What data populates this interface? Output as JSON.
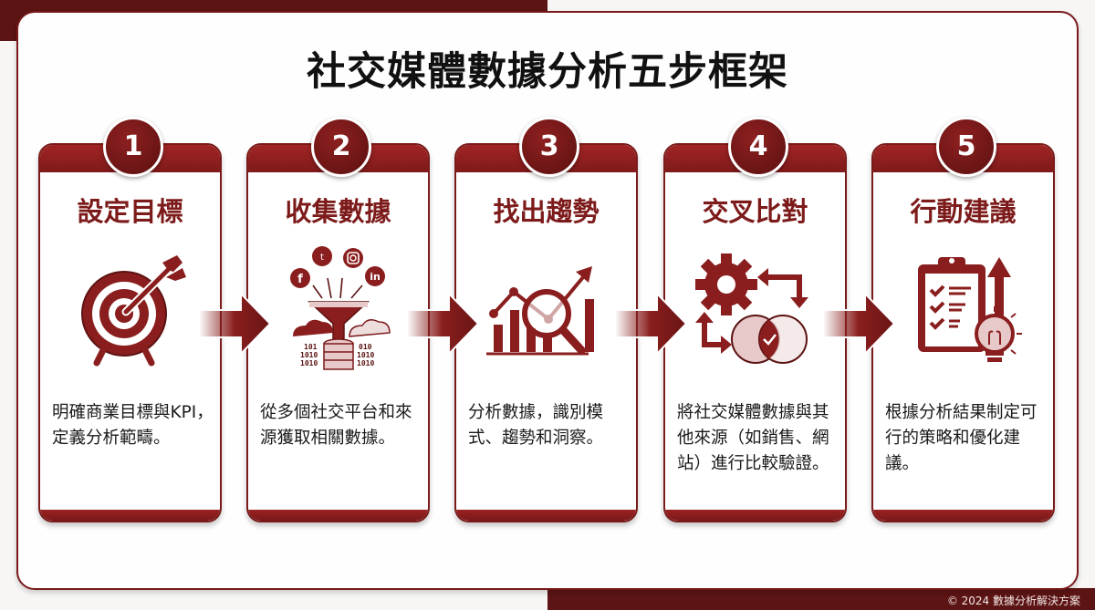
{
  "title": "社交媒體數據分析五步框架",
  "footer": "© 2024 數據分析解決方案",
  "colors": {
    "primary": "#7d1b1b",
    "dark": "#5c1414",
    "accent_light": "#e8c9c9",
    "background": "#fefefe"
  },
  "steps": [
    {
      "number": "1",
      "title": "設定目標",
      "icon": "target-with-arrow-icon",
      "description": "明確商業目標與KPI，定義分析範疇。"
    },
    {
      "number": "2",
      "title": "收集數據",
      "icon": "social-funnel-database-icon",
      "social_icons": [
        "f",
        "twitter",
        "instagram",
        "in"
      ],
      "description": "從多個社交平台和來源獲取相關數據。"
    },
    {
      "number": "3",
      "title": "找出趨勢",
      "icon": "trend-chart-magnifier-icon",
      "description": "分析數據，識別模式、趨勢和洞察。"
    },
    {
      "number": "4",
      "title": "交叉比對",
      "icon": "gear-venn-compare-icon",
      "description": "將社交媒體數據與其他來源（如銷售、網站）進行比較驗證。"
    },
    {
      "number": "5",
      "title": "行動建議",
      "icon": "checklist-lightbulb-icon",
      "description": "根據分析結果制定可行的策略和優化建議。"
    }
  ]
}
